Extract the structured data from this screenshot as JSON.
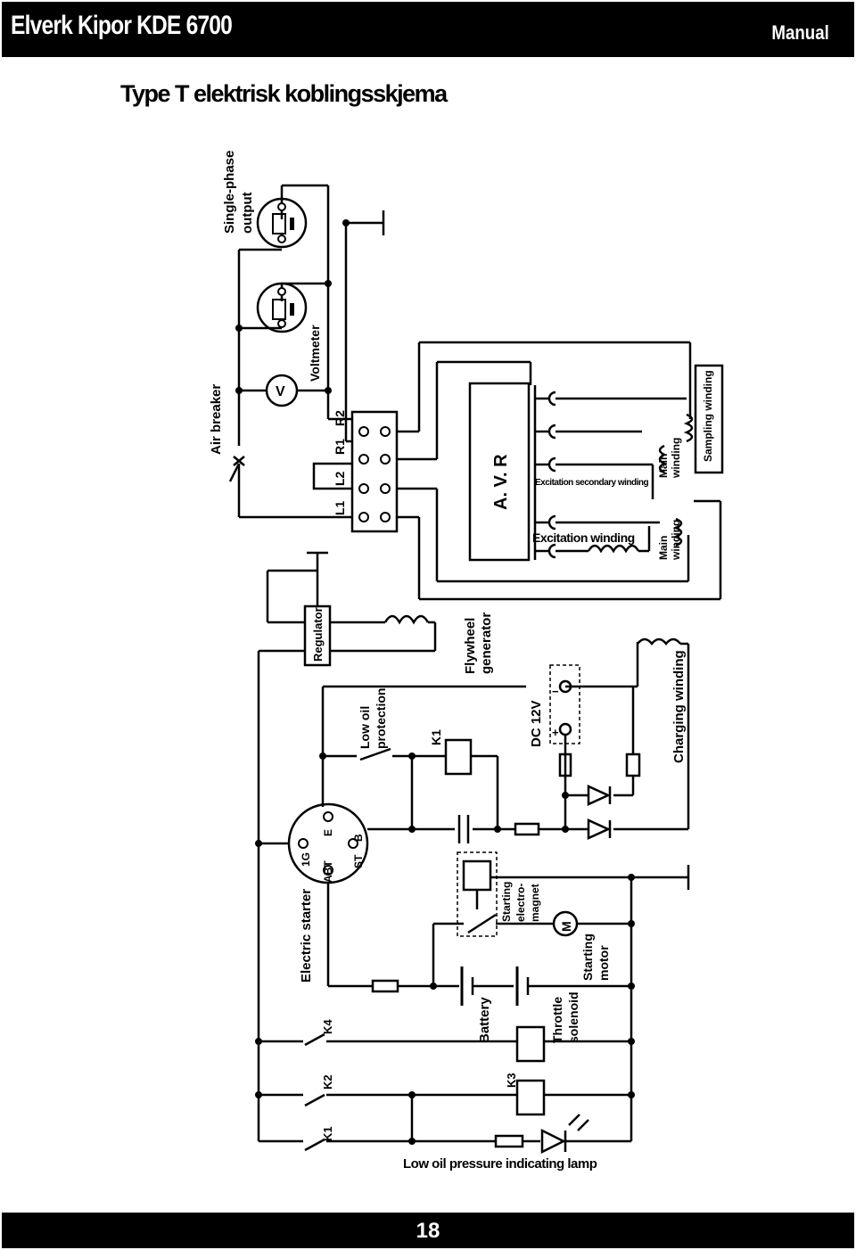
{
  "header": {
    "title": "Elverk Kipor KDE 6700",
    "section": "Manual"
  },
  "page_title": "Type T elektrisk koblingsskjema",
  "footer": {
    "page_number": "18"
  },
  "diagram": {
    "labels": {
      "single_phase": "Single-phase",
      "output": "output",
      "air_breaker": "Air breaker",
      "voltmeter": "Voltmeter",
      "voltmeter_symbol": "V",
      "l1": "L1",
      "l2": "L2",
      "r1": "R1",
      "r2": "R2",
      "avr": "A. V. R",
      "excitation_secondary": "Excitation secondary winding",
      "excitation_winding": "Excitation winding",
      "main_winding_1": "Main",
      "main_winding_2": "winding",
      "sampling_winding": "Sampling winding",
      "regulator": "Regulator",
      "flywheel_1": "Flywheel",
      "flywheel_2": "generator",
      "low_oil_1": "Low oil",
      "low_oil_2": "protection",
      "k1": "K1",
      "k2": "K2",
      "k3": "K3",
      "k4": "K4",
      "dc12v": "DC 12V",
      "plus": "+",
      "minus": "−",
      "charging_winding": "Charging winding",
      "electric_starter": "Electric starter",
      "ig": "1G",
      "e": "E",
      "abt": "ABT",
      "st": "ST",
      "b": "B",
      "starting_1": "Starting",
      "starting_2": "electro-",
      "starting_3": "magnet",
      "motor_symbol": "M",
      "starting_motor_1": "Starting",
      "starting_motor_2": "motor",
      "battery": "Battery",
      "throttle_1": "Throttle",
      "throttle_2": "solenoid",
      "low_oil_lamp": "Low oil pressure indicating lamp"
    }
  }
}
